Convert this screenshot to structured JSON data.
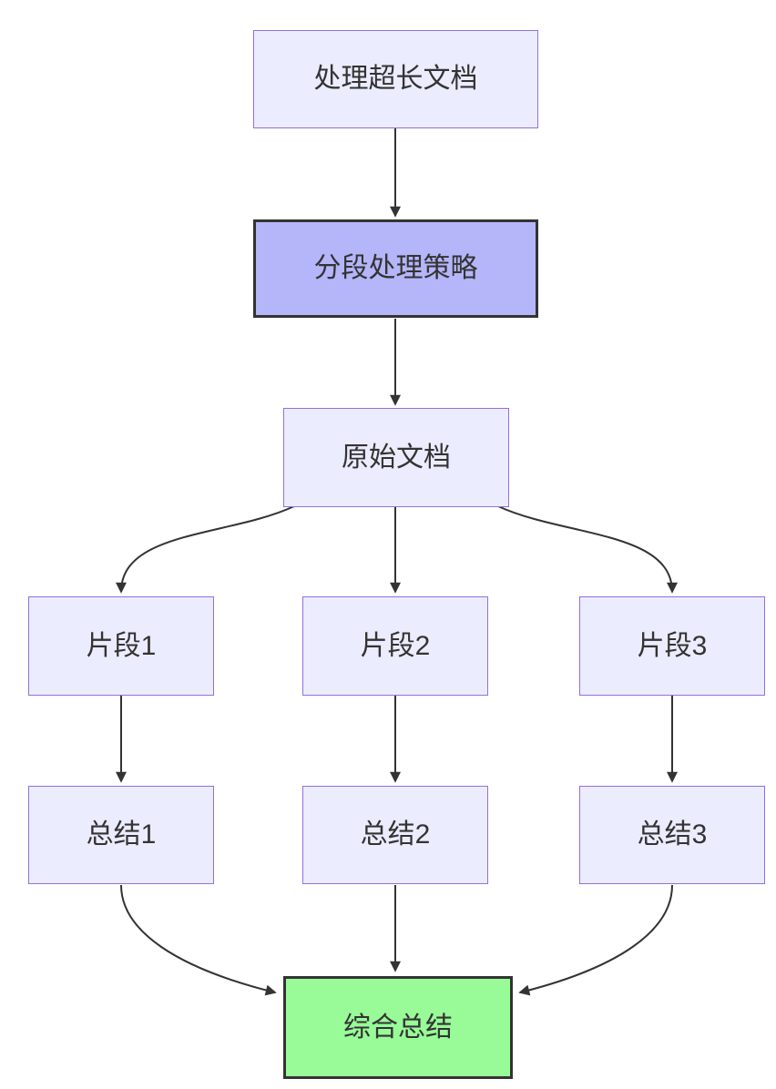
{
  "diagram": {
    "type": "flowchart-top-down",
    "colors": {
      "background": "#ffffff",
      "node_fill": "#ECECFF",
      "node_border": "#9370DB",
      "strategy_fill": "#B5B5FA",
      "strategy_border": "#333333",
      "result_fill": "#98FB98",
      "result_border": "#333333",
      "edge": "#333333",
      "text": "#333333"
    },
    "nodes": {
      "A": {
        "label": "处理超长文档",
        "role": "start"
      },
      "B": {
        "label": "分段处理策略",
        "role": "strategy"
      },
      "C": {
        "label": "原始文档",
        "role": "document"
      },
      "D1": {
        "label": "片段1",
        "role": "fragment"
      },
      "D2": {
        "label": "片段2",
        "role": "fragment"
      },
      "D3": {
        "label": "片段3",
        "role": "fragment"
      },
      "E1": {
        "label": "总结1",
        "role": "summary"
      },
      "E2": {
        "label": "总结2",
        "role": "summary"
      },
      "E3": {
        "label": "总结3",
        "role": "summary"
      },
      "F": {
        "label": "综合总结",
        "role": "result"
      }
    },
    "edges": [
      {
        "from": "A",
        "to": "B"
      },
      {
        "from": "B",
        "to": "C"
      },
      {
        "from": "C",
        "to": "D1"
      },
      {
        "from": "C",
        "to": "D2"
      },
      {
        "from": "C",
        "to": "D3"
      },
      {
        "from": "D1",
        "to": "E1"
      },
      {
        "from": "D2",
        "to": "E2"
      },
      {
        "from": "D3",
        "to": "E3"
      },
      {
        "from": "E1",
        "to": "F"
      },
      {
        "from": "E2",
        "to": "F"
      },
      {
        "from": "E3",
        "to": "F"
      }
    ]
  }
}
